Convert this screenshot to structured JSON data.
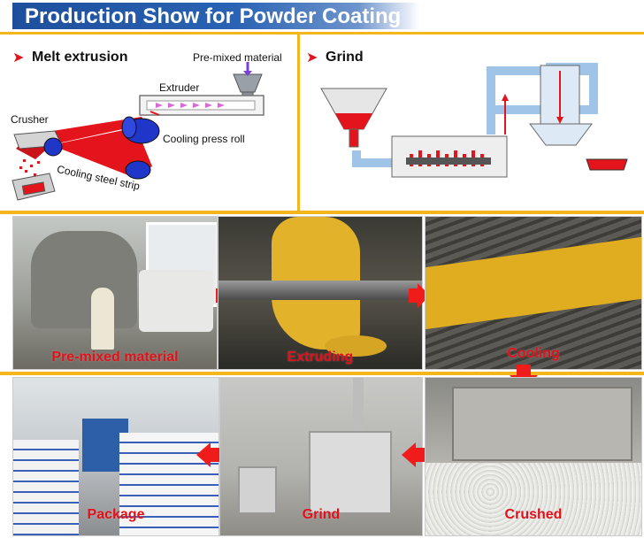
{
  "title": "Production Show for Powder Coating",
  "sections": {
    "melt_extrusion": "Melt extrusion",
    "grind": "Grind"
  },
  "diagram_labels": {
    "premixed": "Pre-mixed material",
    "extruder": "Extruder",
    "crusher": "Crusher",
    "cooling_press_roll": "Cooling press roll",
    "cooling_steel_strip": "Cooling steel strip"
  },
  "photos": [
    {
      "caption": "Pre-mixed material"
    },
    {
      "caption": "Extruding"
    },
    {
      "caption": "Cooling"
    },
    {
      "caption": "Package"
    },
    {
      "caption": "Grind"
    },
    {
      "caption": "Crushed"
    }
  ],
  "colors": {
    "title_bg": "#1d4f9c",
    "accent_red": "#e0151d",
    "divider_yellow": "#f4b61a",
    "powder_yellow": "#e2b32a"
  }
}
